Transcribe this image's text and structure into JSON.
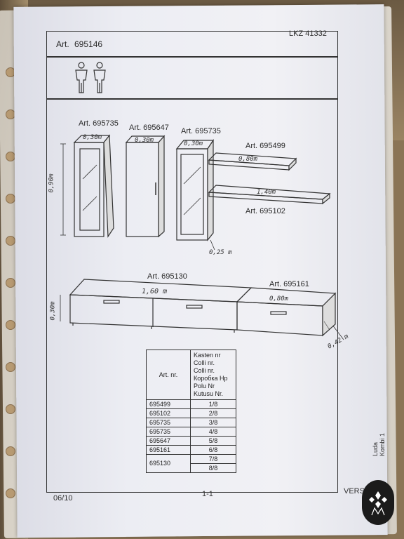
{
  "header": {
    "article_label": "Art.",
    "article_number": "695146",
    "lkz": "LKZ 41332"
  },
  "icons": {
    "persons": [
      "person-icon",
      "person-icon"
    ]
  },
  "drawing": {
    "parts": [
      {
        "art": "Art. 695735",
        "dim": "0,30m"
      },
      {
        "art": "Art. 695647",
        "dim": "0,30m"
      },
      {
        "art": "Art. 695735",
        "dim": "0,30m"
      },
      {
        "art": "Art. 695499",
        "dim": "0,80m"
      },
      {
        "art": "Art. 695102",
        "dim": "1,40m"
      }
    ],
    "height_dim": "0,90m",
    "depth_dim_top": "0,25 m",
    "low_units": [
      {
        "art": "Art. 695130",
        "dim": "1,60 m"
      },
      {
        "art": "Art. 695161",
        "dim": "0,80m"
      }
    ],
    "low_height_dim": "0,30m",
    "low_depth_dim": "0,42 m"
  },
  "colli_table": {
    "header_art": "Art. nr.",
    "header_colli": [
      "Kasten nr",
      "Colli nr.",
      "Colli nr.",
      "Коробка Нр",
      "Polu Nr",
      "Kutusu Nr."
    ],
    "rows": [
      {
        "art": "695499",
        "colli": "1/8"
      },
      {
        "art": "695102",
        "colli": "2/8"
      },
      {
        "art": "695735",
        "colli": "3/8"
      },
      {
        "art": "695735",
        "colli": "4/8"
      },
      {
        "art": "695647",
        "colli": "5/8"
      },
      {
        "art": "695161",
        "colli": "6/8"
      },
      {
        "art": "695130",
        "colli": "7/8",
        "colli2": "8/8"
      }
    ]
  },
  "footer": {
    "date": "06/10",
    "page": "1-1",
    "version": "VERS",
    "side_text": "Luda Kombi 1"
  },
  "colors": {
    "paper": "#ecedf3",
    "ink": "#2a2a2a",
    "background": "#8a7455"
  }
}
